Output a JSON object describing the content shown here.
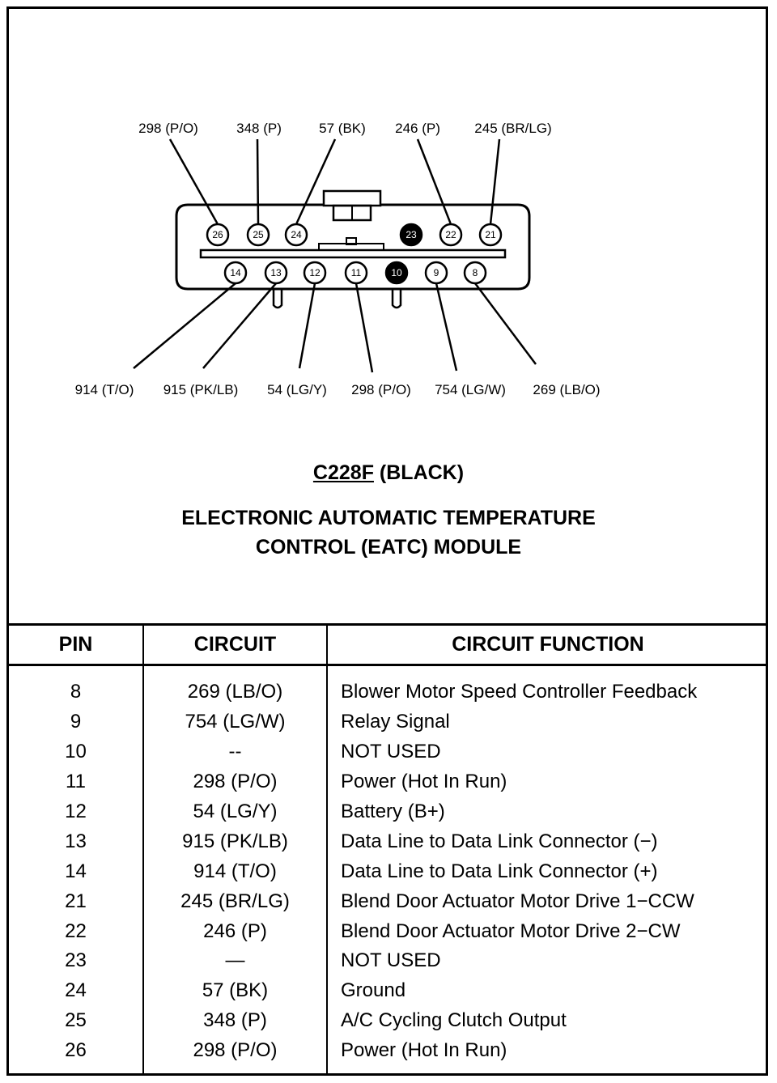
{
  "connector": {
    "id": "C228F",
    "color_label": "(BLACK)",
    "module_line1": "ELECTRONIC AUTOMATIC TEMPERATURE",
    "module_line2": "CONTROL (EATC) MODULE"
  },
  "top_wires": [
    {
      "pin": "26",
      "label": "298 (P/O)"
    },
    {
      "pin": "25",
      "label": "348 (P)"
    },
    {
      "pin": "24",
      "label": "57 (BK)"
    },
    {
      "pin": "22",
      "label": "246 (P)"
    },
    {
      "pin": "21",
      "label": "245 (BR/LG)"
    }
  ],
  "bottom_wires": [
    {
      "pin": "14",
      "label": "914 (T/O)"
    },
    {
      "pin": "13",
      "label": "915 (PK/LB)"
    },
    {
      "pin": "12",
      "label": "54 (LG/Y)"
    },
    {
      "pin": "11",
      "label": "298 (P/O)"
    },
    {
      "pin": "9",
      "label": "754 (LG/W)"
    },
    {
      "pin": "8",
      "label": "269 (LB/O)"
    }
  ],
  "top_row_pins": [
    {
      "num": "26",
      "filled": false
    },
    {
      "num": "25",
      "filled": false
    },
    {
      "num": "24",
      "filled": false
    },
    {
      "num": "23",
      "filled": true
    },
    {
      "num": "22",
      "filled": false
    },
    {
      "num": "21",
      "filled": false
    }
  ],
  "bottom_row_pins": [
    {
      "num": "14",
      "filled": false
    },
    {
      "num": "13",
      "filled": false
    },
    {
      "num": "12",
      "filled": false
    },
    {
      "num": "11",
      "filled": false
    },
    {
      "num": "10",
      "filled": true
    },
    {
      "num": "9",
      "filled": false
    },
    {
      "num": "8",
      "filled": false
    }
  ],
  "table": {
    "headers": {
      "pin": "PIN",
      "circuit": "CIRCUIT",
      "function": "CIRCUIT FUNCTION"
    },
    "rows": [
      {
        "pin": "8",
        "circuit": "269 (LB/O)",
        "function": "Blower Motor Speed Controller Feedback"
      },
      {
        "pin": "9",
        "circuit": "754 (LG/W)",
        "function": "Relay Signal"
      },
      {
        "pin": "10",
        "circuit": "--",
        "function": "NOT USED"
      },
      {
        "pin": "11",
        "circuit": "298 (P/O)",
        "function": "Power (Hot In Run)"
      },
      {
        "pin": "12",
        "circuit": "54 (LG/Y)",
        "function": "Battery (B+)"
      },
      {
        "pin": "13",
        "circuit": "915 (PK/LB)",
        "function": "Data Line to Data Link Connector (−)"
      },
      {
        "pin": "14",
        "circuit": "914 (T/O)",
        "function": "Data Line to Data Link Connector (+)"
      },
      {
        "pin": "21",
        "circuit": "245 (BR/LG)",
        "function": "Blend Door Actuator Motor Drive 1−CCW"
      },
      {
        "pin": "22",
        "circuit": "246 (P)",
        "function": "Blend Door Actuator Motor Drive 2−CW"
      },
      {
        "pin": "23",
        "circuit": "—",
        "function": "NOT USED"
      },
      {
        "pin": "24",
        "circuit": "57 (BK)",
        "function": "Ground"
      },
      {
        "pin": "25",
        "circuit": "348 (P)",
        "function": "A/C Cycling Clutch Output"
      },
      {
        "pin": "26",
        "circuit": "298 (P/O)",
        "function": "Power (Hot In Run)"
      }
    ]
  }
}
